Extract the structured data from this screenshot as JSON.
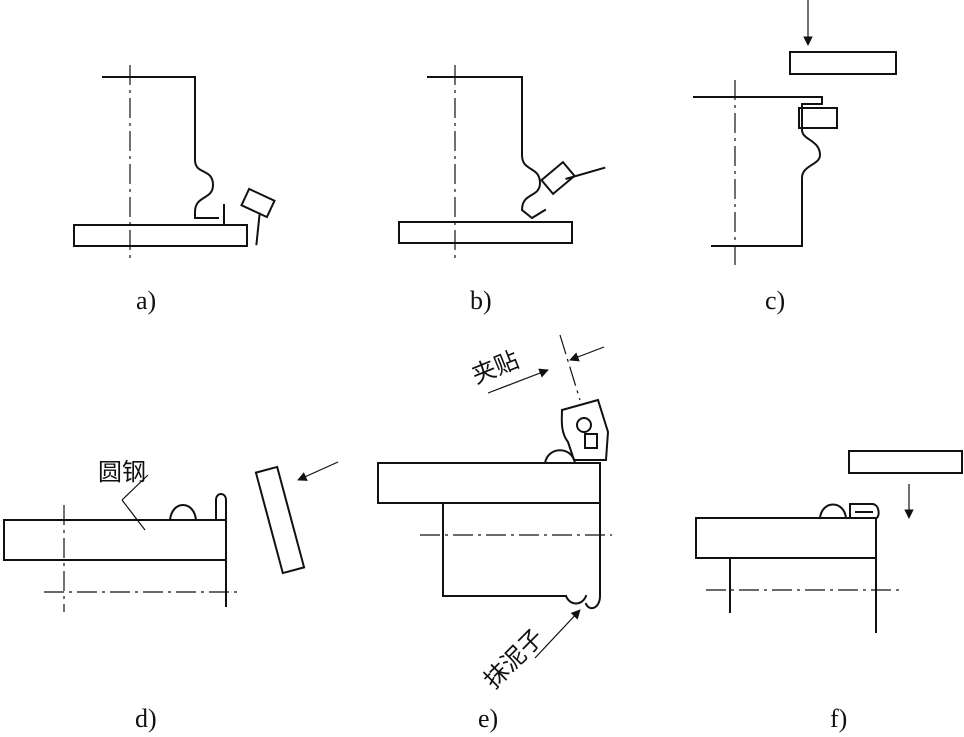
{
  "panels": {
    "a": {
      "caption": "a)"
    },
    "b": {
      "caption": "b)"
    },
    "c": {
      "caption": "c)"
    },
    "d": {
      "caption": "d)",
      "annotation": "圆钢"
    },
    "e": {
      "caption": "e)",
      "annotation_top": "夹贴",
      "annotation_bottom": "抹泥子"
    },
    "f": {
      "caption": "f)"
    }
  }
}
